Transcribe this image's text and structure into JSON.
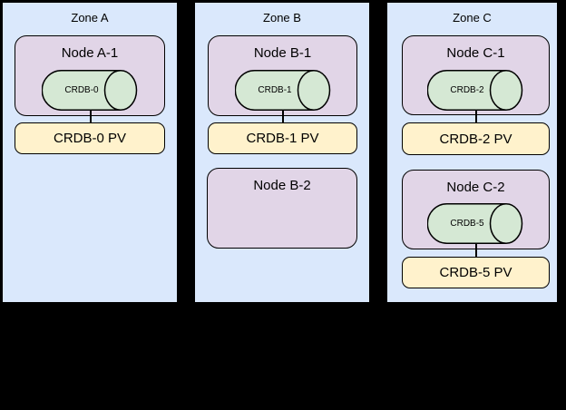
{
  "diagram": {
    "zones": [
      {
        "label": "Zone A",
        "groups": [
          {
            "node": "Node A-1",
            "db": "CRDB-0",
            "pv": "CRDB-0 PV"
          }
        ]
      },
      {
        "label": "Zone B",
        "groups": [
          {
            "node": "Node B-1",
            "db": "CRDB-1",
            "pv": "CRDB-1 PV"
          }
        ],
        "empty_node": {
          "label": "Node B-2"
        }
      },
      {
        "label": "Zone C",
        "groups": [
          {
            "node": "Node C-1",
            "db": "CRDB-2",
            "pv": "CRDB-2 PV"
          },
          {
            "node": "Node C-2",
            "db": "CRDB-5",
            "pv": "CRDB-5 PV"
          }
        ]
      }
    ],
    "colors": {
      "background": "#000000",
      "zone_fill": "#dae8fc",
      "node_fill": "#e1d5e7",
      "db_fill": "#d5e8d4",
      "pv_fill": "#fff2cc",
      "stroke": "#000000"
    }
  }
}
